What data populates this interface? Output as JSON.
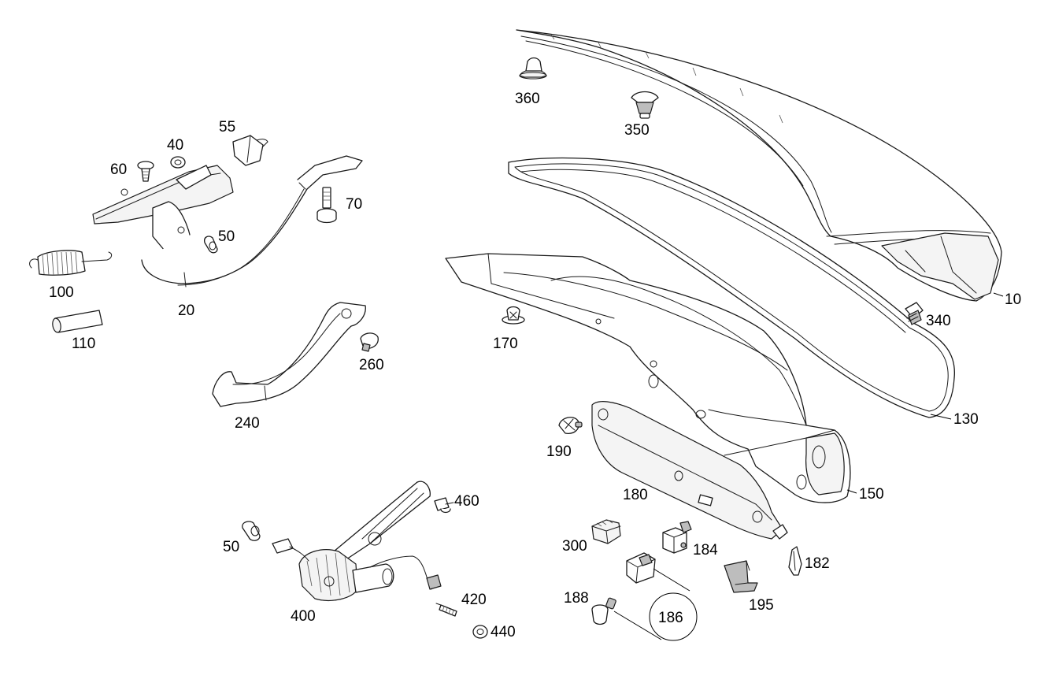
{
  "diagram": {
    "callouts": {
      "p10": "10",
      "p20": "20",
      "p40": "40",
      "p50a": "50",
      "p50b": "50",
      "p55": "55",
      "p60": "60",
      "p70": "70",
      "p100": "100",
      "p110": "110",
      "p130": "130",
      "p150": "150",
      "p170": "170",
      "p180": "180",
      "p182": "182",
      "p184": "184",
      "p186": "186",
      "p188": "188",
      "p190": "190",
      "p195": "195",
      "p240": "240",
      "p260": "260",
      "p300": "300",
      "p340": "340",
      "p350": "350",
      "p360": "360",
      "p400": "400",
      "p420": "420",
      "p440": "440",
      "p460": "460"
    }
  }
}
